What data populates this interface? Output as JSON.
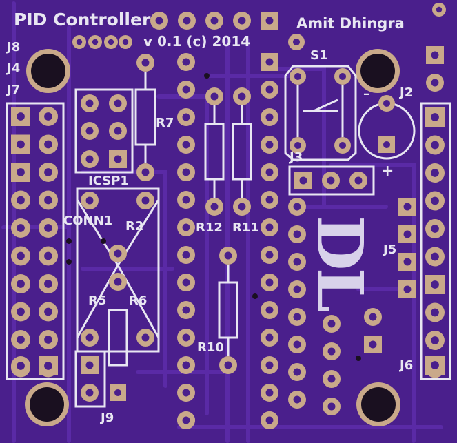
{
  "board": {
    "title": "PID Controller",
    "version": "v 0.1 (c) 2014",
    "author": "Amit Dhingra",
    "logo": "DL",
    "colors": {
      "substrate": "#4a1f8c",
      "trace": "#5a2aa6",
      "silkscreen": "#e8e6f2",
      "pad": "#c9a98a",
      "drill": "#1a1020",
      "hole_ring": "#c9a98a"
    }
  },
  "labels": {
    "j8": "J8",
    "j4": "J4",
    "j7": "J7",
    "s1": "S1",
    "j2": "J2",
    "r7": "R7",
    "icsp1": "ICSP1",
    "j3": "J3",
    "conn1": "CONN1",
    "r2": "R2",
    "r12": "R12",
    "r11": "R11",
    "j5": "J5",
    "r5": "R5",
    "r6": "R6",
    "r10": "R10",
    "j9": "J9",
    "j6": "J6",
    "j2_minus": "–",
    "j2_plus": "+"
  }
}
